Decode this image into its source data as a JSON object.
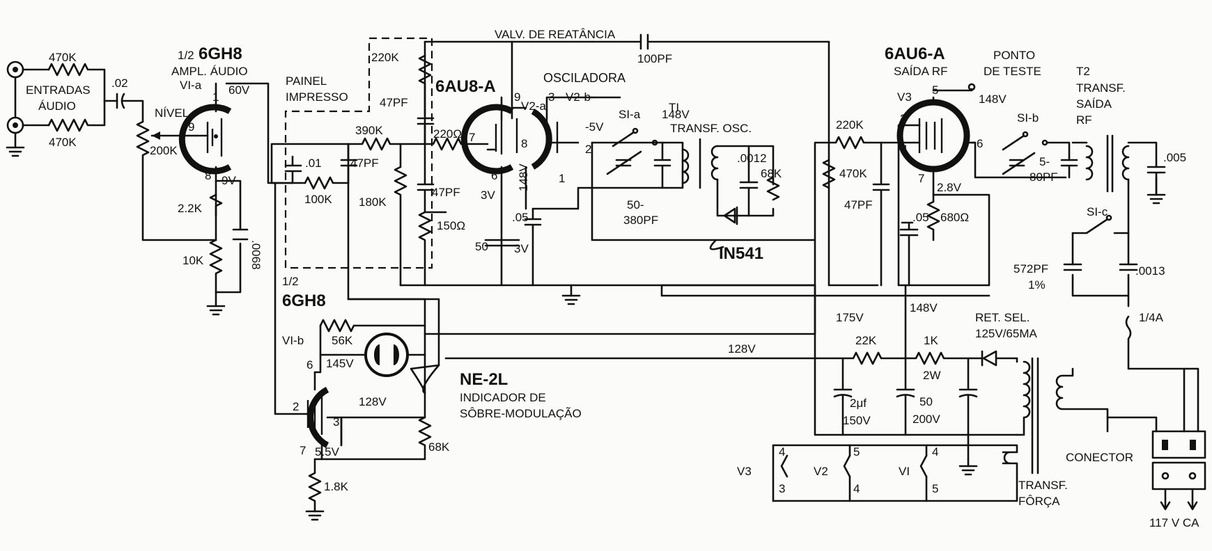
{
  "labels": {
    "r_in_top": "470K",
    "r_in_bot": "470K",
    "inputs_1": "ENTRADAS",
    "inputs_2": "ÁUDIO",
    "c_02": ".02",
    "nivel": "NÍVEL",
    "pot_200k": "200K",
    "v1a_half": "1/2",
    "v1a_tube": "6GH8",
    "v1a_func": "AMPL. ÁUDIO",
    "v1a_name": "VI-a",
    "v1a_p1": "1",
    "v1a_v60": "60V",
    "v1a_p9": "9",
    "v1a_p8": "8",
    "v1a_v9": "9V",
    "r_2_2k": "2.2K",
    "r_10k": "10K",
    "c_0068": ".0068",
    "panel_1": "PAINEL",
    "panel_2": "IMPRESSO",
    "r_220k_a": "220K",
    "c_47pf_a": "47PF",
    "c_47pf_b": "47PF",
    "c_47pf_c": "47PF",
    "r_390k": "390K",
    "c_01": ".01",
    "r_100k": "100K",
    "r_180k": "180K",
    "valv_react": "VALV. DE REATÂNCIA",
    "v2_tube": "6AU8-A",
    "osc": "OSCILADORA",
    "v2a": "V2-a",
    "v2b": "V2-b",
    "r_220": "220Ω",
    "v2_p9": "9",
    "v2_p7": "7",
    "v2_p8": "8",
    "v2_p6": "6",
    "v2_p3": "3",
    "v2_p2": "2",
    "v2_p1": "1",
    "v_minus5": "-5V",
    "v_3v": "3V",
    "v_148v_v": "148V",
    "r_150": "150Ω",
    "c_50": "50",
    "c_3v": "3V",
    "c_05a": ".05",
    "c_100pf": "100PF",
    "v_148v_a": "148V",
    "t1": "TI",
    "t1_name": "TRANSF. OSC.",
    "s1a": "SI-a",
    "c_50_380_1": "50-",
    "c_50_380_2": "380PF",
    "c_0012": ".0012",
    "r_68k_a": "68K",
    "diode": "IN541",
    "v3_tube": "6AU6-A",
    "v3_func": "SAÍDA RF",
    "v3_name": "V3",
    "test_1": "PONTO",
    "test_2": "DE TESTE",
    "v_148v_b": "148V",
    "v3_p5": "5",
    "v3_p2": "2",
    "v3_p1": "1",
    "v3_p7": "7",
    "v3_p6": "6",
    "v_2_8": "2.8V",
    "r_220k_b": "220K",
    "r_470k": "470K",
    "c_47pf_d": "47PF",
    "c_05b": ".05",
    "r_680": "680Ω",
    "s1b": "SI-b",
    "c_5_80_1": "5-",
    "c_5_80_2": "80PF",
    "t2": "T2",
    "t2_1": "TRANSF.",
    "t2_2": "SAÍDA",
    "t2_3": "RF",
    "c_005": ".005",
    "s1c": "SI-c",
    "c_572_1": "572PF",
    "c_572_2": "1%",
    "c_0013": ".0013",
    "fuse": "1/4A",
    "v1b_half": "1/2",
    "v1b_tube": "6GH8",
    "v1b_name": "VI-b",
    "r_56k": "56K",
    "v1b_p6": "6",
    "v_145": "145V",
    "v1b_p2": "2",
    "v1b_p3": "3",
    "v_128_a": "128V",
    "v1b_p7": "7",
    "v_5_5": "5.5V",
    "r_1_8k": "1.8K",
    "r_68k_b": "68K",
    "ne_name": "NE-2L",
    "ne_1": "INDICADOR DE",
    "ne_2": "SÔBRE-MODULAÇÃO",
    "v_175": "175V",
    "v_148_c": "148V",
    "v_128_b": "128V",
    "r_22k": "22K",
    "r_1k": "1K",
    "r_2w": "2W",
    "rect_1": "RET. SEL.",
    "rect_2": "125V/65MA",
    "c_2uf_1": "2μf",
    "c_2uf_2": "150V",
    "c_50_200_1": "50",
    "c_50_200_2": "200V",
    "h_v3": "V3",
    "h_v3_4": "4",
    "h_v3_3": "3",
    "h_v2": "V2",
    "h_v2_5": "5",
    "h_v2_4": "4",
    "h_v1": "VI",
    "h_v1_4": "4",
    "h_v1_5": "5",
    "pt_1": "TRANSF.",
    "pt_2": "FÔRÇA",
    "connector": "CONECTOR",
    "mains": "117 V CA"
  }
}
